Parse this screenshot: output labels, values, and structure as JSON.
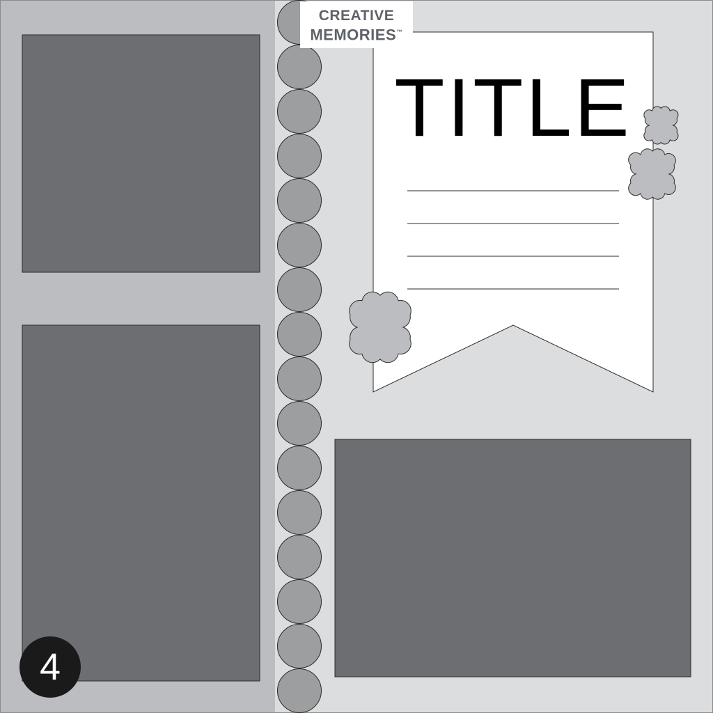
{
  "logo": {
    "line1": "CREATIVE",
    "line2": "MEMORIES",
    "trademark": "™"
  },
  "title_card": {
    "title": "TITLE"
  },
  "page_number": "4",
  "colors": {
    "left_panel": "#bcbdc0",
    "right_panel": "#dcdddf",
    "photo_placeholder": "#6d6e71",
    "dot": "#9d9ea0",
    "flower": "#bcbdc0",
    "card": "#ffffff",
    "outline": "#2b2b2b",
    "page_badge": "#1a1a1a"
  }
}
